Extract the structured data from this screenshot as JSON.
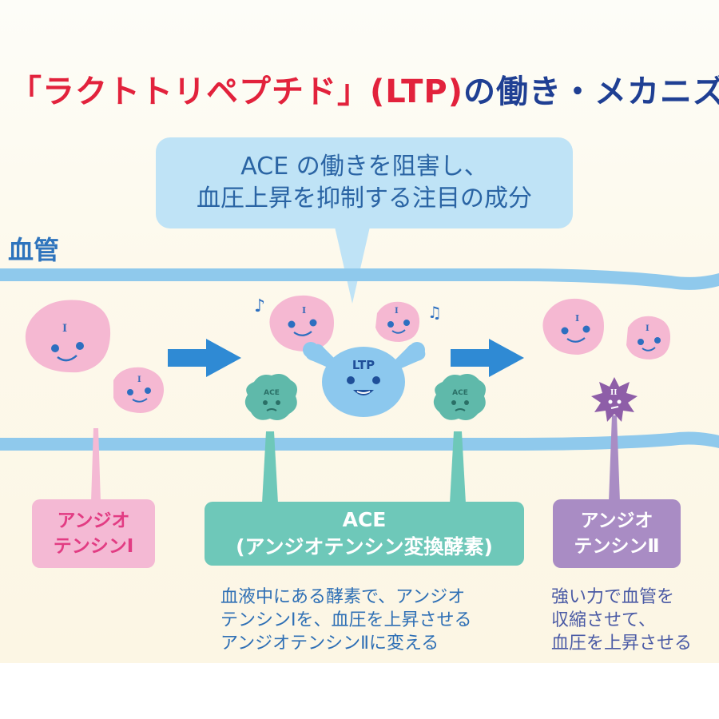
{
  "title": {
    "part1": "「ラクトトリペプチド」(LTP)",
    "part2": "の働き・メカニズム"
  },
  "bubble": {
    "line1": "ACE の働きを阻害し、",
    "line2": "血圧上昇を抑制する注目の成分"
  },
  "vessel_label": "血管",
  "molecules": {
    "angiotensin1_mark": "I",
    "angiotensin2_mark": "II",
    "ace_label": "ACE",
    "ltp_label": "LTP",
    "note_left": "♪",
    "note_right": "♫"
  },
  "labels": {
    "angiotensin1": {
      "line1": "アンジオ",
      "line2": "テンシンⅠ"
    },
    "ace": {
      "line1": "ACE",
      "line2": "(アンジオテンシン変換酵素)"
    },
    "angiotensin2": {
      "line1": "アンジオ",
      "line2": "テンシンⅡ"
    }
  },
  "descriptions": {
    "ace": [
      "血液中にある酵素で、アンジオ",
      "テンシンⅠを、血圧を上昇させる",
      "アンジオテンシンⅡに変える"
    ],
    "angiotensin2": [
      "強い力で血管を",
      "収縮させて、",
      "血圧を上昇させる"
    ]
  },
  "colors": {
    "title_red": "#e2223c",
    "title_blue": "#1f3f93",
    "vessel_wall": "#8fc9ec",
    "arrow": "#2f8ad4",
    "angiotensin1_pink": "#f5b8d2",
    "ace_green": "#5fb9aa",
    "angiotensin2_purple": "#8e5ea8",
    "ltp_blue": "#8cc8ee"
  }
}
